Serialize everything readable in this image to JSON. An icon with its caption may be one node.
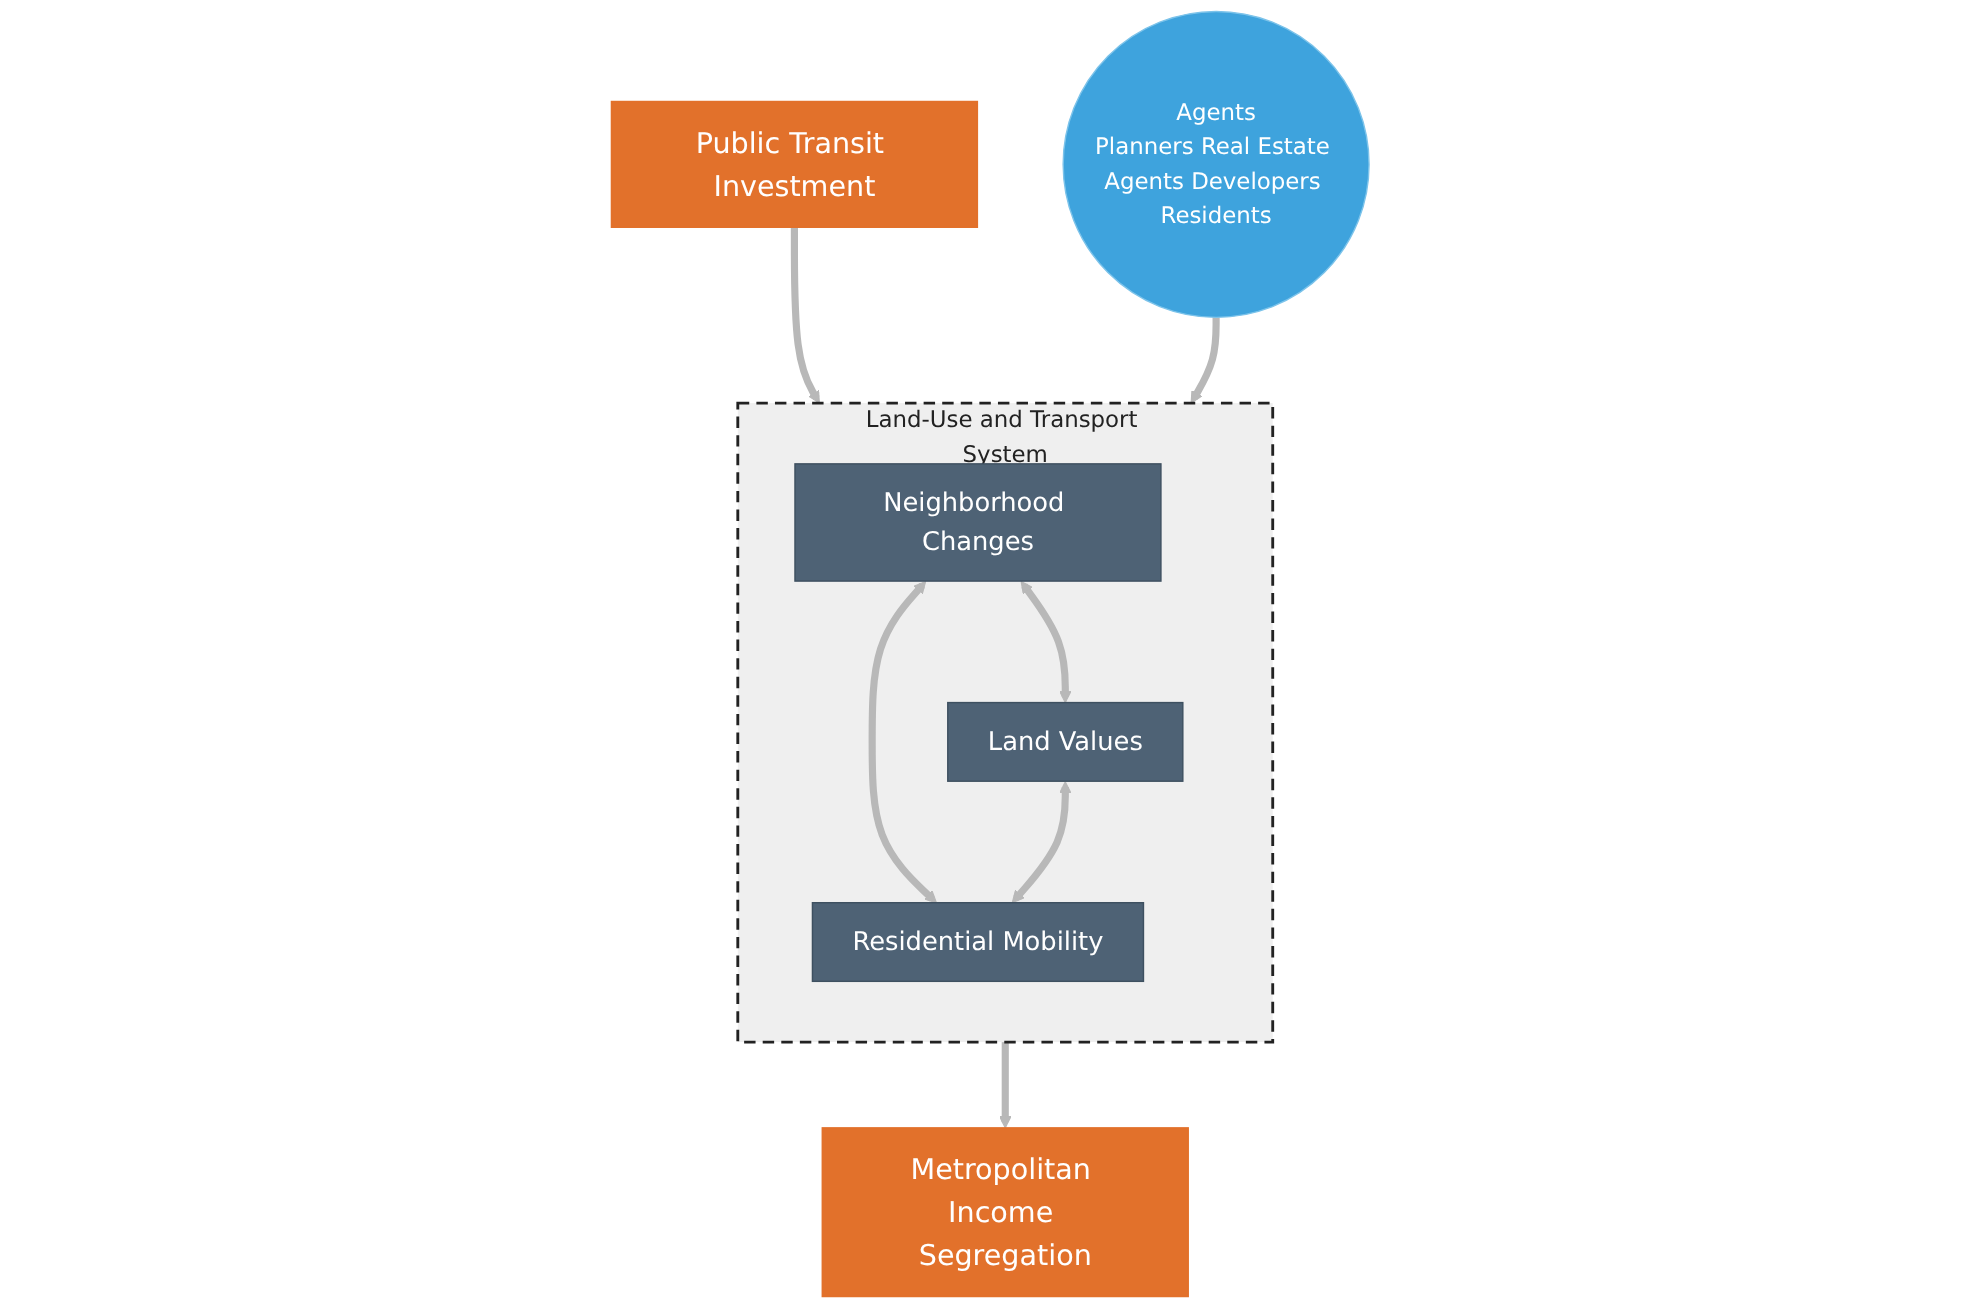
{
  "diagram": {
    "nodes": [
      {
        "text": [
          "Public Transit Investment"
        ]
      },
      {
        "text": [
          "Land-Use and Transport System"
        ]
      },
      {
        "text": [
          "Neighborhood Changes"
        ],
        "in": 1
      },
      {
        "text": [
          "Land Values"
        ],
        "in": 1
      },
      {
        "text": [
          "Residential Mobility"
        ],
        "in": 1
      },
      {
        "text": [
          "Agents",
          "Planners Real Estate Agents Developers Residents"
        ]
      },
      {
        "text": [
          "Metropolitan Income Segregation"
        ]
      }
    ],
    "edges": [
      {
        "from": 0,
        "to": 1,
        "arrow": "to"
      },
      {
        "from": 2,
        "to": 3,
        "arrow": "both"
      },
      {
        "from": 2,
        "to": 4,
        "arrow": "both"
      },
      {
        "from": 3,
        "to": 4,
        "arrow": "both"
      },
      {
        "from": 5,
        "to": 1,
        "arrow": "to"
      },
      {
        "from": 1,
        "to": 6,
        "arrow": "to"
      }
    ]
  }
}
